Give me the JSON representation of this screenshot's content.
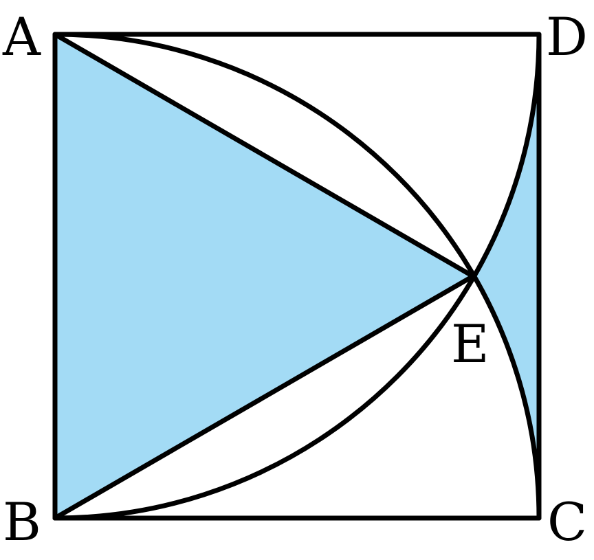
{
  "figure": {
    "vertices": {
      "A": "A",
      "B": "B",
      "C": "C",
      "D": "D",
      "E": "E"
    }
  },
  "colors": {
    "shade": "#a3dbf5",
    "ink": "#000000",
    "background": "#ffffff"
  }
}
